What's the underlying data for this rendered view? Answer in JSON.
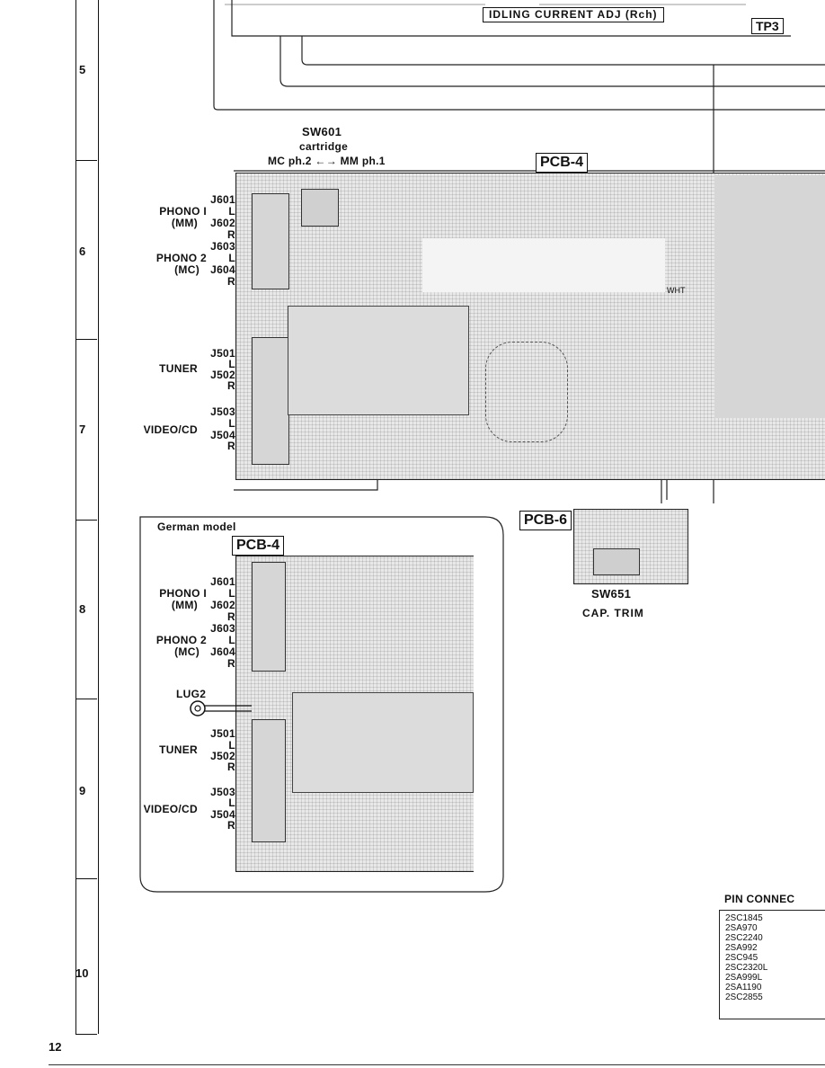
{
  "page_number": "12",
  "row_markers": [
    "5",
    "6",
    "7",
    "8",
    "9",
    "10"
  ],
  "top": {
    "idling_label": "IDLING CURRENT ADJ (Rch)",
    "tp_label": "TP3"
  },
  "switch": {
    "name": "SW601",
    "desc": "cartridge",
    "positions": "MC ph.2 ←→ MM ph.1"
  },
  "main_board": {
    "label": "PCB-4",
    "jacks": {
      "j601": "J601",
      "phono1": "PHONO I",
      "l1": "L",
      "mm": "(MM)",
      "j602": "J602",
      "r1": "R",
      "j603": "J603",
      "phono2": "PHONO 2",
      "l2": "L",
      "mc": "(MC)",
      "j604": "J604",
      "r2": "R",
      "j501": "J501",
      "l3": "L",
      "tuner": "TUNER",
      "j502": "J502",
      "r3": "R",
      "j503": "J503",
      "l4": "L",
      "video": "VIDEO/CD",
      "j504": "J504",
      "r4": "R"
    },
    "wire_label": "WHT"
  },
  "german": {
    "title": "German model",
    "label": "PCB-4",
    "lug": "LUG2"
  },
  "pcb6": {
    "label": "PCB-6",
    "switch": "SW651",
    "desc": "CAP. TRIM"
  },
  "pin_connection": {
    "title": "PIN CONNEC",
    "parts": [
      "2SC1845",
      "2SA970",
      "2SC2240",
      "2SA992",
      "2SC945",
      "2SC2320L",
      "2SA999L",
      "2SA1190",
      "2SC2855"
    ]
  }
}
